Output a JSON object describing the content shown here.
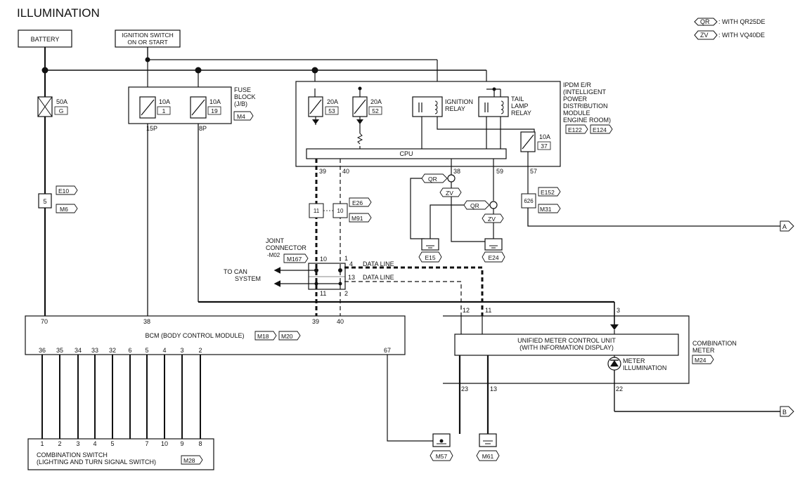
{
  "title": "ILLUMINATION",
  "legend": {
    "qr_tag": "QR",
    "qr_text": ": WITH QR25DE",
    "zv_tag": "ZV",
    "zv_text": ": WITH VQ40DE"
  },
  "battery": "BATTERY",
  "ignition_switch": {
    "line1": "IGNITION SWITCH",
    "line2": "ON OR START"
  },
  "fusible_link": {
    "rating": "50A",
    "id": "G"
  },
  "connector_e10": {
    "pin": "5",
    "conn1": "E10",
    "conn2": "M6"
  },
  "fuse_block": {
    "line1": "FUSE",
    "line2": "BLOCK",
    "line3": "(J/B)",
    "conn": "M4",
    "fuse1": {
      "rating": "10A",
      "id": "1"
    },
    "fuse2": {
      "rating": "10A",
      "id": "19"
    },
    "pin1": "15P",
    "pin2": "8P"
  },
  "ipdm": {
    "line1": "IPDM E/R",
    "line2": "(INTELLIGENT",
    "line3": "POWER",
    "line4": "DISTRIBUTION",
    "line5": "MODULE",
    "line6": "ENGINE ROOM)",
    "conn1": "E122",
    "conn2": "E124",
    "fuse53": {
      "rating": "20A",
      "id": "53"
    },
    "fuse52": {
      "rating": "20A",
      "id": "52"
    },
    "fuse37": {
      "rating": "10A",
      "id": "37"
    },
    "ign_relay1": "IGNITION",
    "ign_relay2": "RELAY",
    "tail_relay1": "TAIL",
    "tail_relay2": "LAMP",
    "tail_relay3": "RELAY",
    "cpu": "CPU",
    "pins": {
      "p39": "39",
      "p40": "40",
      "p38": "38",
      "p59": "59",
      "p57": "57"
    }
  },
  "e26": {
    "pin1": "11",
    "pin2": "10",
    "conn1": "E26",
    "conn2": "M91"
  },
  "e152": {
    "pin": "626",
    "conn1": "E152",
    "conn2": "M31"
  },
  "qr_zv_tags": {
    "qr1": "QR",
    "zv1": "ZV",
    "qr2": "QR",
    "zv2": "ZV"
  },
  "grounds": {
    "e15": "E15",
    "e24": "E24",
    "m57": "M57",
    "m61": "M61"
  },
  "joint_connector": {
    "line1": "JOINT",
    "line2": "CONNECTOR",
    "line3": "-M02",
    "conn": "M167",
    "p10": "10",
    "p11": "11",
    "p4": "4",
    "p13": "13",
    "p1": "1",
    "p2": "2",
    "data_line1": "DATA LINE",
    "data_line2": "DATA LINE",
    "to_can1": "TO CAN",
    "to_can2": "SYSTEM"
  },
  "bcm": {
    "label": "BCM (BODY CONTROL MODULE)",
    "conn1": "M18",
    "conn2": "M20",
    "top_pins": {
      "p70": "70",
      "p38": "38",
      "p39": "39",
      "p40": "40"
    },
    "bottom_pins": [
      "36",
      "35",
      "34",
      "33",
      "32",
      "6",
      "5",
      "4",
      "3",
      "2"
    ],
    "p67": "67"
  },
  "combination_switch": {
    "line1": "COMBINATION SWITCH",
    "line2": "(LIGHTING AND TURN SIGNAL SWITCH)",
    "conn": "M28",
    "pins": [
      "1",
      "2",
      "3",
      "4",
      "5",
      "7",
      "10",
      "9",
      "8"
    ]
  },
  "combination_meter": {
    "line1": "COMBINATION",
    "line2": "METER",
    "conn": "M24",
    "unit_line1": "UNIFIED METER CONTROL UNIT",
    "unit_line2": "(WITH INFORMATION DISPLAY)",
    "illum1": "METER",
    "illum2": "ILLUMINATION",
    "pins": {
      "p12": "12",
      "p11": "11",
      "p3": "3",
      "p23": "23",
      "p13": "13",
      "p22": "22"
    }
  },
  "offpage": {
    "a": "A",
    "b": "B"
  }
}
